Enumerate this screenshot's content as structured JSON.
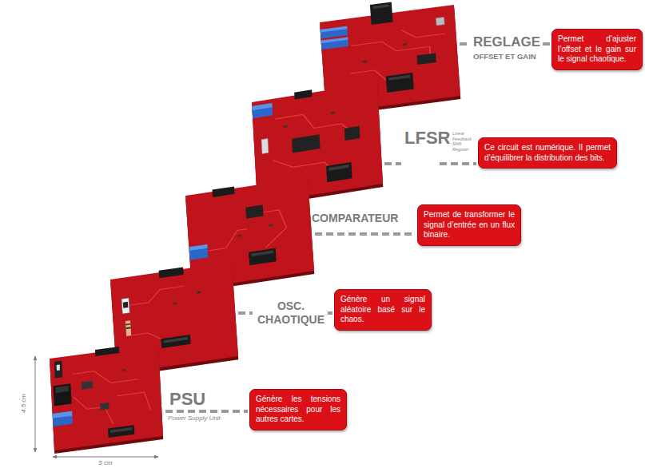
{
  "diagram": {
    "nodes": [
      {
        "text": [
          "Permet d’ajuster l’offset et le gain sur le signal chaotique."
        ]
      },
      {
        "text": [
          "Ce circuit est numérique. Il permet d’équilibrer la distribution des bits."
        ]
      },
      {
        "text": [
          "Permet de transformer le signal d’entrée en un flux binaire."
        ]
      },
      {
        "text": [
          "Génère un signal aléatoire basé sur le chaos."
        ]
      },
      {
        "text": [
          "Génère les tensions nécessaires pour les autres cartes."
        ]
      }
    ],
    "labels": [
      "REGLAGE",
      "OFFSET ET GAIN",
      "LFSR",
      "Linear Feedback Shift Register",
      "COMPARATEUR",
      "OSC. CHAOTIQUE",
      "PSU",
      "Power Supply Unit",
      "4.5 cm",
      "5 cm"
    ]
  }
}
